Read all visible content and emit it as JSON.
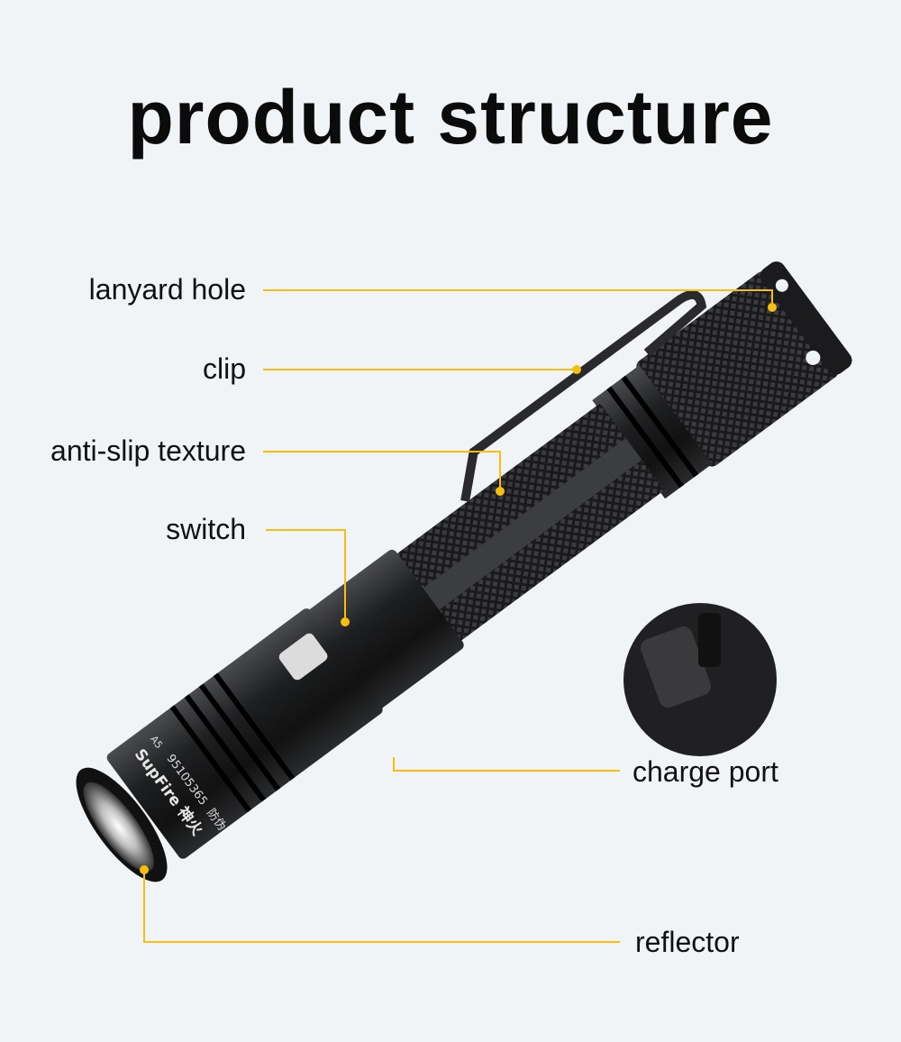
{
  "title": "product structure",
  "labels": {
    "lanyard_hole": "lanyard hole",
    "clip": "clip",
    "anti_slip": "anti-slip texture",
    "switch": "switch",
    "charge_port": "charge port",
    "reflector": "reflector"
  },
  "product_markings": [
    "SupFire 神火",
    "A5",
    "95105365",
    "防伪"
  ],
  "colors": {
    "background": "#f1f4f6",
    "callout": "#f5be10",
    "body": "#1c1c1e"
  }
}
